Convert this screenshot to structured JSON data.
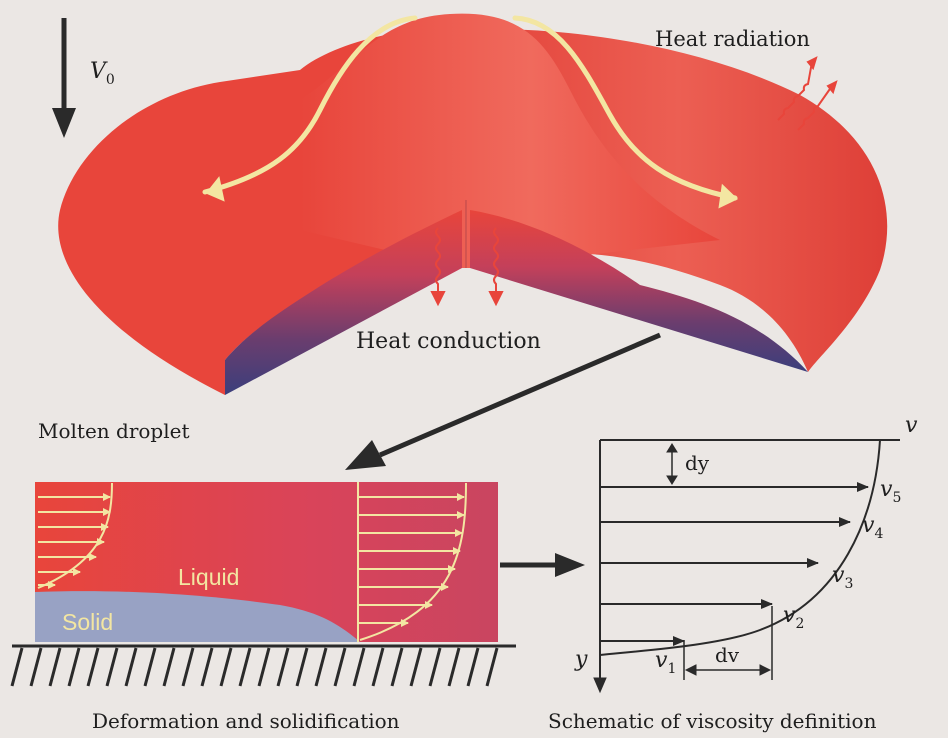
{
  "labels": {
    "velocity": "V",
    "velocity_sub": "0",
    "heat_radiation": "Heat radiation",
    "heat_conduction": "Heat conduction",
    "molten_droplet": "Molten droplet",
    "liquid": "Liquid",
    "solid": "Solid",
    "caption_left": "Deformation and solidification",
    "caption_right": "Schematic of viscosity definition"
  },
  "viscosity": {
    "axis_v": "v",
    "axis_y": "y",
    "dy": "dy",
    "dv": "dv",
    "v_labels": [
      {
        "base": "v",
        "sub": "1"
      },
      {
        "base": "v",
        "sub": "2"
      },
      {
        "base": "v",
        "sub": "3"
      },
      {
        "base": "v",
        "sub": "4"
      },
      {
        "base": "v",
        "sub": "5"
      }
    ]
  },
  "colors": {
    "droplet_red": "#e8453b",
    "droplet_dark": "#3d3f7a",
    "flow_arrow": "#f3e6a2",
    "solid_blue": "#98a2c4",
    "heat_arrow": "#e8453b"
  }
}
